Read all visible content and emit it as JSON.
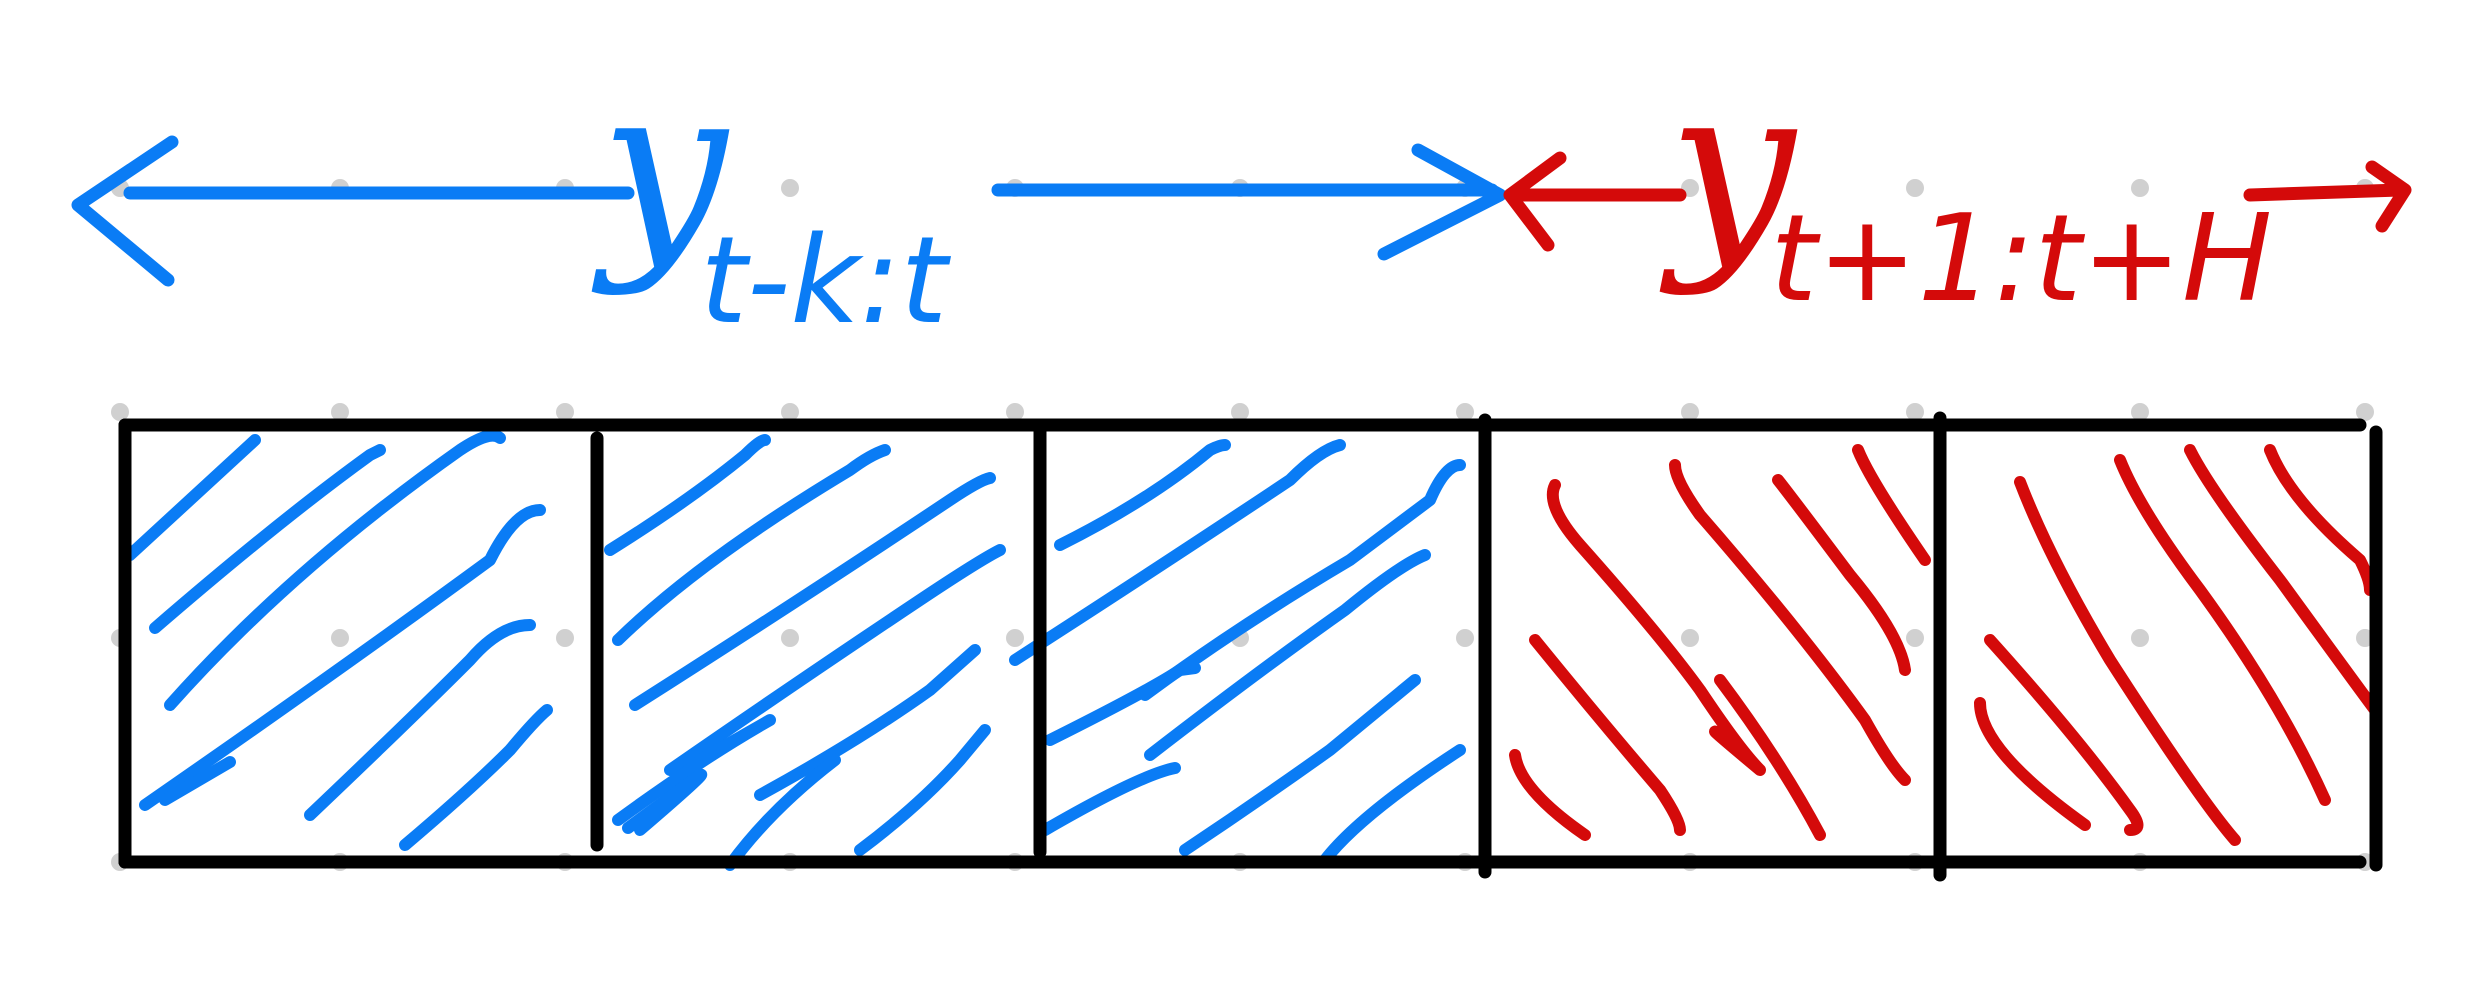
{
  "colors": {
    "history": "#0a7cf5",
    "forecast": "#d40a0a",
    "box": "#000000",
    "grid_dot": "#d0d0d0",
    "background": "#ffffff"
  },
  "history": {
    "label_main": "y",
    "label_sub": "t-k:t",
    "cells": 3
  },
  "forecast": {
    "label_main": "y",
    "label_sub": "t+1:t+H",
    "cells": 2
  }
}
